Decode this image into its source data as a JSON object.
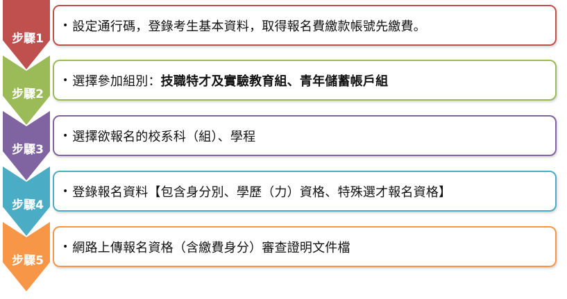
{
  "colors": {
    "step1": "#C0504D",
    "step2": "#9BBB59",
    "step3": "#8064A2",
    "step4": "#4BACC6",
    "step5": "#F79646"
  },
  "bullet": "•",
  "steps": [
    {
      "label": "步驟1",
      "text": "設定通行碼，登錄考生基本資料，取得報名費繳款帳號先繳費。",
      "bold": ""
    },
    {
      "label": "步驟2",
      "text": "選擇參加組別：",
      "bold": "技職特才及實驗教育組、青年儲蓄帳戶組"
    },
    {
      "label": "步驟3",
      "text": "選擇欲報名的校系科（組）、學程",
      "bold": ""
    },
    {
      "label": "步驟4",
      "text": "登錄報名資料【包含身分別、學歷（力）資格、特殊選才報名資格】",
      "bold": ""
    },
    {
      "label": "步驟5",
      "text": "網路上傳報名資格（含繳費身分）審查證明文件檔",
      "bold": ""
    }
  ]
}
